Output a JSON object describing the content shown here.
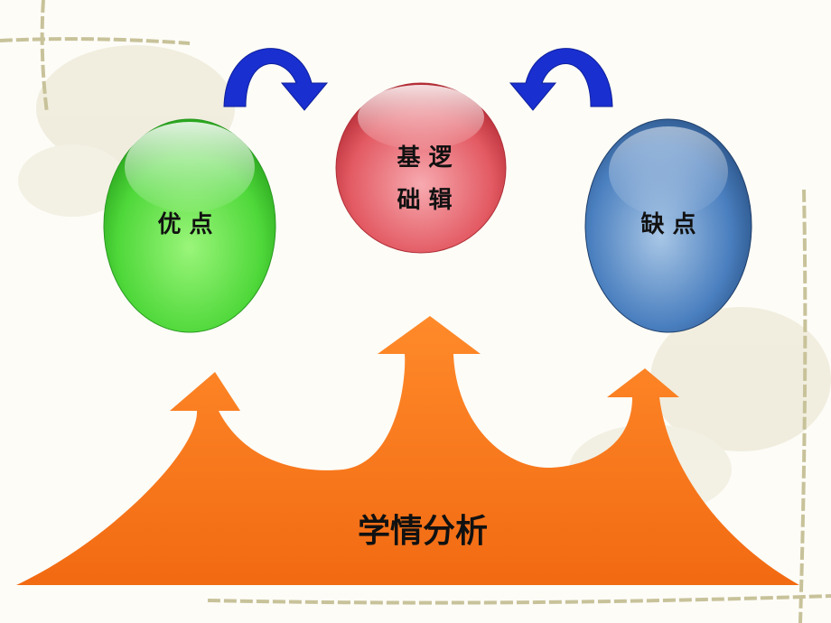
{
  "diagram": {
    "title": "学情分析",
    "nodes": [
      {
        "id": "strengths",
        "label": "优 点",
        "color": "#3fcf2f"
      },
      {
        "id": "foundation",
        "label_line1": "基 逻",
        "label_line2": "础 辑",
        "color": "#e0505a"
      },
      {
        "id": "weaknesses",
        "label": "缺 点",
        "color": "#3a6aa8"
      }
    ],
    "arrows": [
      {
        "from": "strengths",
        "to": "foundation",
        "color": "#1a2fd0"
      },
      {
        "from": "weaknesses",
        "to": "foundation",
        "color": "#1a2fd0"
      }
    ],
    "base_shape_color": "#f6751c"
  }
}
